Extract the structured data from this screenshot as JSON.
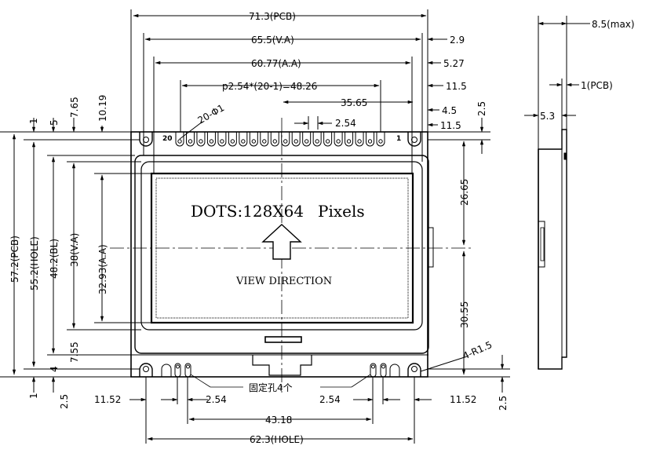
{
  "top_dims": {
    "pcb_width": "71.3(PCB)",
    "va_width": "65.5(V.A)",
    "aa_width": "60.77(A.A)",
    "pitch": "p2.54*(20-1)=48.26",
    "d_35_65": "35.65",
    "d_2_54_top": "2.54",
    "d_2_9": "2.9",
    "d_5_27": "5.27",
    "d_11_5_a": "11.5",
    "d_4_5": "4.5",
    "d_11_5_b": "11.5",
    "d_2_5_top": "2.5",
    "holes_20": "20-Φ1"
  },
  "left_dims": {
    "pcb_height": "57.2(PCB)",
    "hole_height": "55.2(HOLE)",
    "bl_height": "48.2(BL)",
    "va_height": "38(V.A)",
    "aa_height": "32.93(A.A)",
    "d_1_top": "1",
    "d_5": "5",
    "d_7_65": "7.65",
    "d_10_19": "10.19",
    "d_7_55": "7.55",
    "d_4": "4",
    "d_2_5_left": "2.5",
    "d_1_bottom": "1"
  },
  "right_dims": {
    "d_26_65": "26.65",
    "d_30_55": "30.55",
    "r_1_5": "4-R1.5",
    "d_2_5_bottom": "2.5"
  },
  "bottom_dims": {
    "d_11_52_left": "11.52",
    "d_2_54_left": "2.54",
    "d_43_18": "43.18",
    "d_2_54_right": "2.54",
    "d_11_52_right": "11.52",
    "hole_width": "62.3(HOLE)",
    "fixing_holes": "固定孔4个"
  },
  "display": {
    "dots": "DOTS:128X64",
    "pixels": "Pixels",
    "view_direction": "VIEW DIRECTION"
  },
  "pins": {
    "first": "20",
    "last": "1"
  },
  "side_view": {
    "thickness": "8.5(max)",
    "pcb": "1(PCB)",
    "d_5_3": "5.3"
  }
}
